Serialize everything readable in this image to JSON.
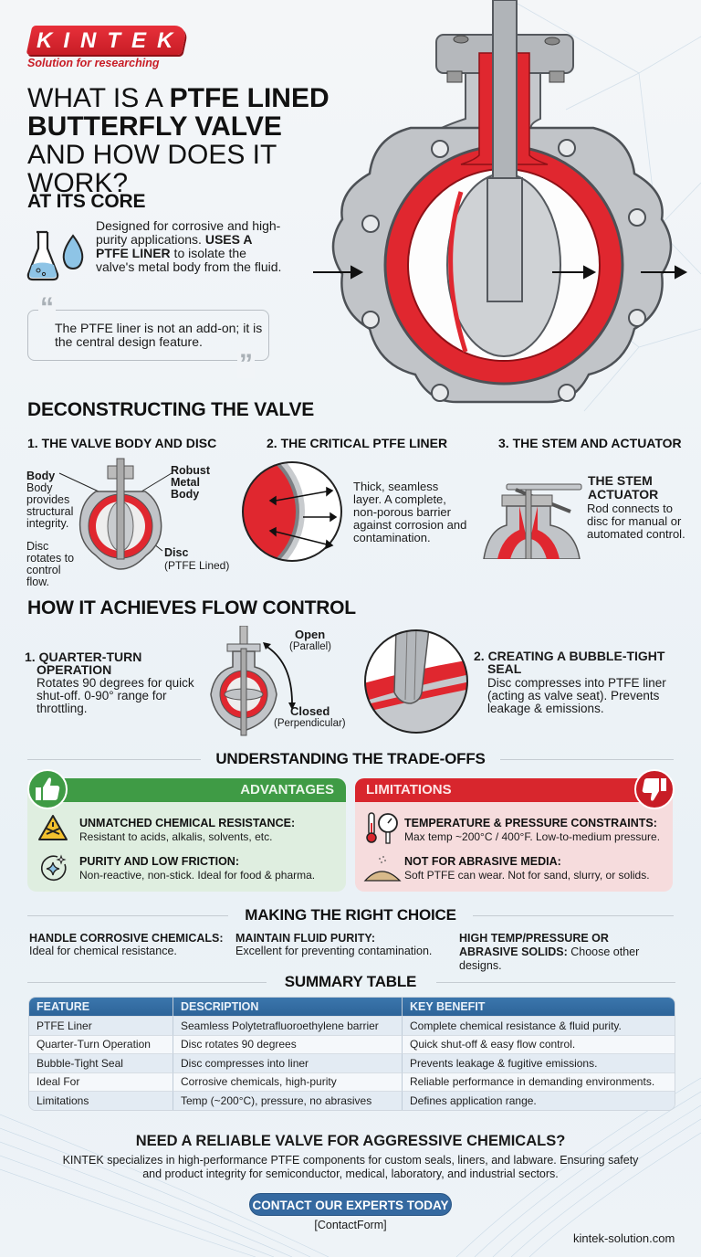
{
  "brand": {
    "name": "KINTEK",
    "tagline": "Solution for researching",
    "website": "kintek-solution.com",
    "colors": {
      "red": "#d8262d",
      "green": "#3f9b45",
      "blue": "#3569a0",
      "liner_red": "#e0272f",
      "metal_gray": "#b9bcc0"
    }
  },
  "title": {
    "line1_prefix": "WHAT IS A ",
    "line1_bold": "PTFE LINED",
    "line2_bold": "BUTTERFLY VALVE",
    "line3": "AND HOW DOES IT WORK?"
  },
  "core": {
    "heading": "AT ITS CORE",
    "icon": "flask-droplet-icon",
    "text_before": "Designed for corrosive and high-purity applications. ",
    "text_bold": "USES A PTFE LINER",
    "text_after": " to isolate the valve's metal body from the fluid.",
    "quote": "The PTFE liner is not an add-on; it is the central design feature.",
    "quote_open": "“",
    "quote_close": "”"
  },
  "hero": {
    "icon": "butterfly-valve-cutaway",
    "flow_arrows": 3
  },
  "deconstruct": {
    "heading": "DECONSTRUCTING THE VALVE",
    "parts": [
      {
        "title": "1. THE VALVE BODY AND DISC",
        "labels": {
          "body_title": "Body",
          "body_desc": "Body provides structural integrity.",
          "disc_rotates": "Disc rotates to control flow.",
          "robust": "Robust Metal Body",
          "disc_title": "Disc",
          "disc_sub": "(PTFE Lined)"
        }
      },
      {
        "title": "2. THE CRITICAL PTFE LINER",
        "desc": "Thick, seamless layer. A complete, non-porous barrier against corrosion and contamination."
      },
      {
        "title": "3. THE STEM AND ACTUATOR",
        "sub_title": "THE STEM ACTUATOR",
        "desc": "Rod connects to disc for manual or automated control."
      }
    ]
  },
  "flow": {
    "heading": "HOW IT ACHIEVES FLOW CONTROL",
    "quarter_turn": {
      "title": "1. QUARTER-TURN OPERATION",
      "desc": "Rotates 90 degrees for quick shut-off. 0-90° range for throttling.",
      "open_label": "Open",
      "open_sub": "(Parallel)",
      "closed_label": "Closed",
      "closed_sub": "(Perpendicular)"
    },
    "seal": {
      "title": "2. CREATING A BUBBLE-TIGHT SEAL",
      "desc": "Disc compresses into PTFE liner (acting as valve seat). Prevents leakage & emissions."
    }
  },
  "tradeoffs": {
    "heading": "UNDERSTANDING THE TRADE-OFFS",
    "advantages": {
      "label": "ADVANTAGES",
      "icon": "thumbs-up-icon",
      "items": [
        {
          "icon": "chemical-hazard-icon",
          "title": "UNMATCHED CHEMICAL RESISTANCE:",
          "desc": "Resistant to acids, alkalis, solvents, etc."
        },
        {
          "icon": "sparkle-icon",
          "title": "PURITY AND LOW FRICTION:",
          "desc": "Non-reactive, non-stick. Ideal for food & pharma."
        }
      ]
    },
    "limitations": {
      "label": "LIMITATIONS",
      "icon": "thumbs-down-icon",
      "items": [
        {
          "icon": "thermometer-gauge-icon",
          "title": "TEMPERATURE & PRESSURE CONSTRAINTS:",
          "desc": "Max temp ~200°C / 400°F. Low-to-medium pressure."
        },
        {
          "icon": "sand-pile-icon",
          "title": "NOT FOR ABRASIVE MEDIA:",
          "desc": "Soft PTFE can wear. Not for sand, slurry, or solids."
        }
      ]
    }
  },
  "choice": {
    "heading": "MAKING THE RIGHT CHOICE",
    "items": [
      {
        "title": "HANDLE CORROSIVE CHEMICALS:",
        "desc": "Ideal for chemical resistance."
      },
      {
        "title": "MAINTAIN FLUID PURITY:",
        "desc": "Excellent for preventing contamination."
      },
      {
        "title": "HIGH TEMP/PRESSURE OR ABRASIVE SOLIDS:",
        "desc": "Choose other designs."
      }
    ]
  },
  "summary": {
    "heading": "SUMMARY TABLE",
    "columns": [
      "FEATURE",
      "DESCRIPTION",
      "KEY BENEFIT"
    ],
    "rows": [
      [
        "PTFE Liner",
        "Seamless Polytetrafluoroethylene barrier",
        "Complete chemical resistance & fluid purity."
      ],
      [
        "Quarter-Turn Operation",
        "Disc rotates 90 degrees",
        "Quick shut-off & easy flow control."
      ],
      [
        "Bubble-Tight Seal",
        "Disc compresses into liner",
        "Prevents leakage & fugitive emissions."
      ],
      [
        "Ideal For",
        "Corrosive chemicals, high-purity",
        "Reliable performance in demanding environments."
      ],
      [
        "Limitations",
        "Temp (~200°C), pressure, no abrasives",
        "Defines application range."
      ]
    ]
  },
  "cta": {
    "heading": "NEED A RELIABLE VALVE FOR AGGRESSIVE CHEMICALS?",
    "desc_line1": "KINTEK specializes in high-performance PTFE components for custom seals, liners, and labware. Ensuring safety",
    "desc_line2": "and product integrity for semiconductor, medical, laboratory, and industrial sectors.",
    "button": "CONTACT OUR EXPERTS TODAY",
    "form": "[ContactForm]"
  }
}
